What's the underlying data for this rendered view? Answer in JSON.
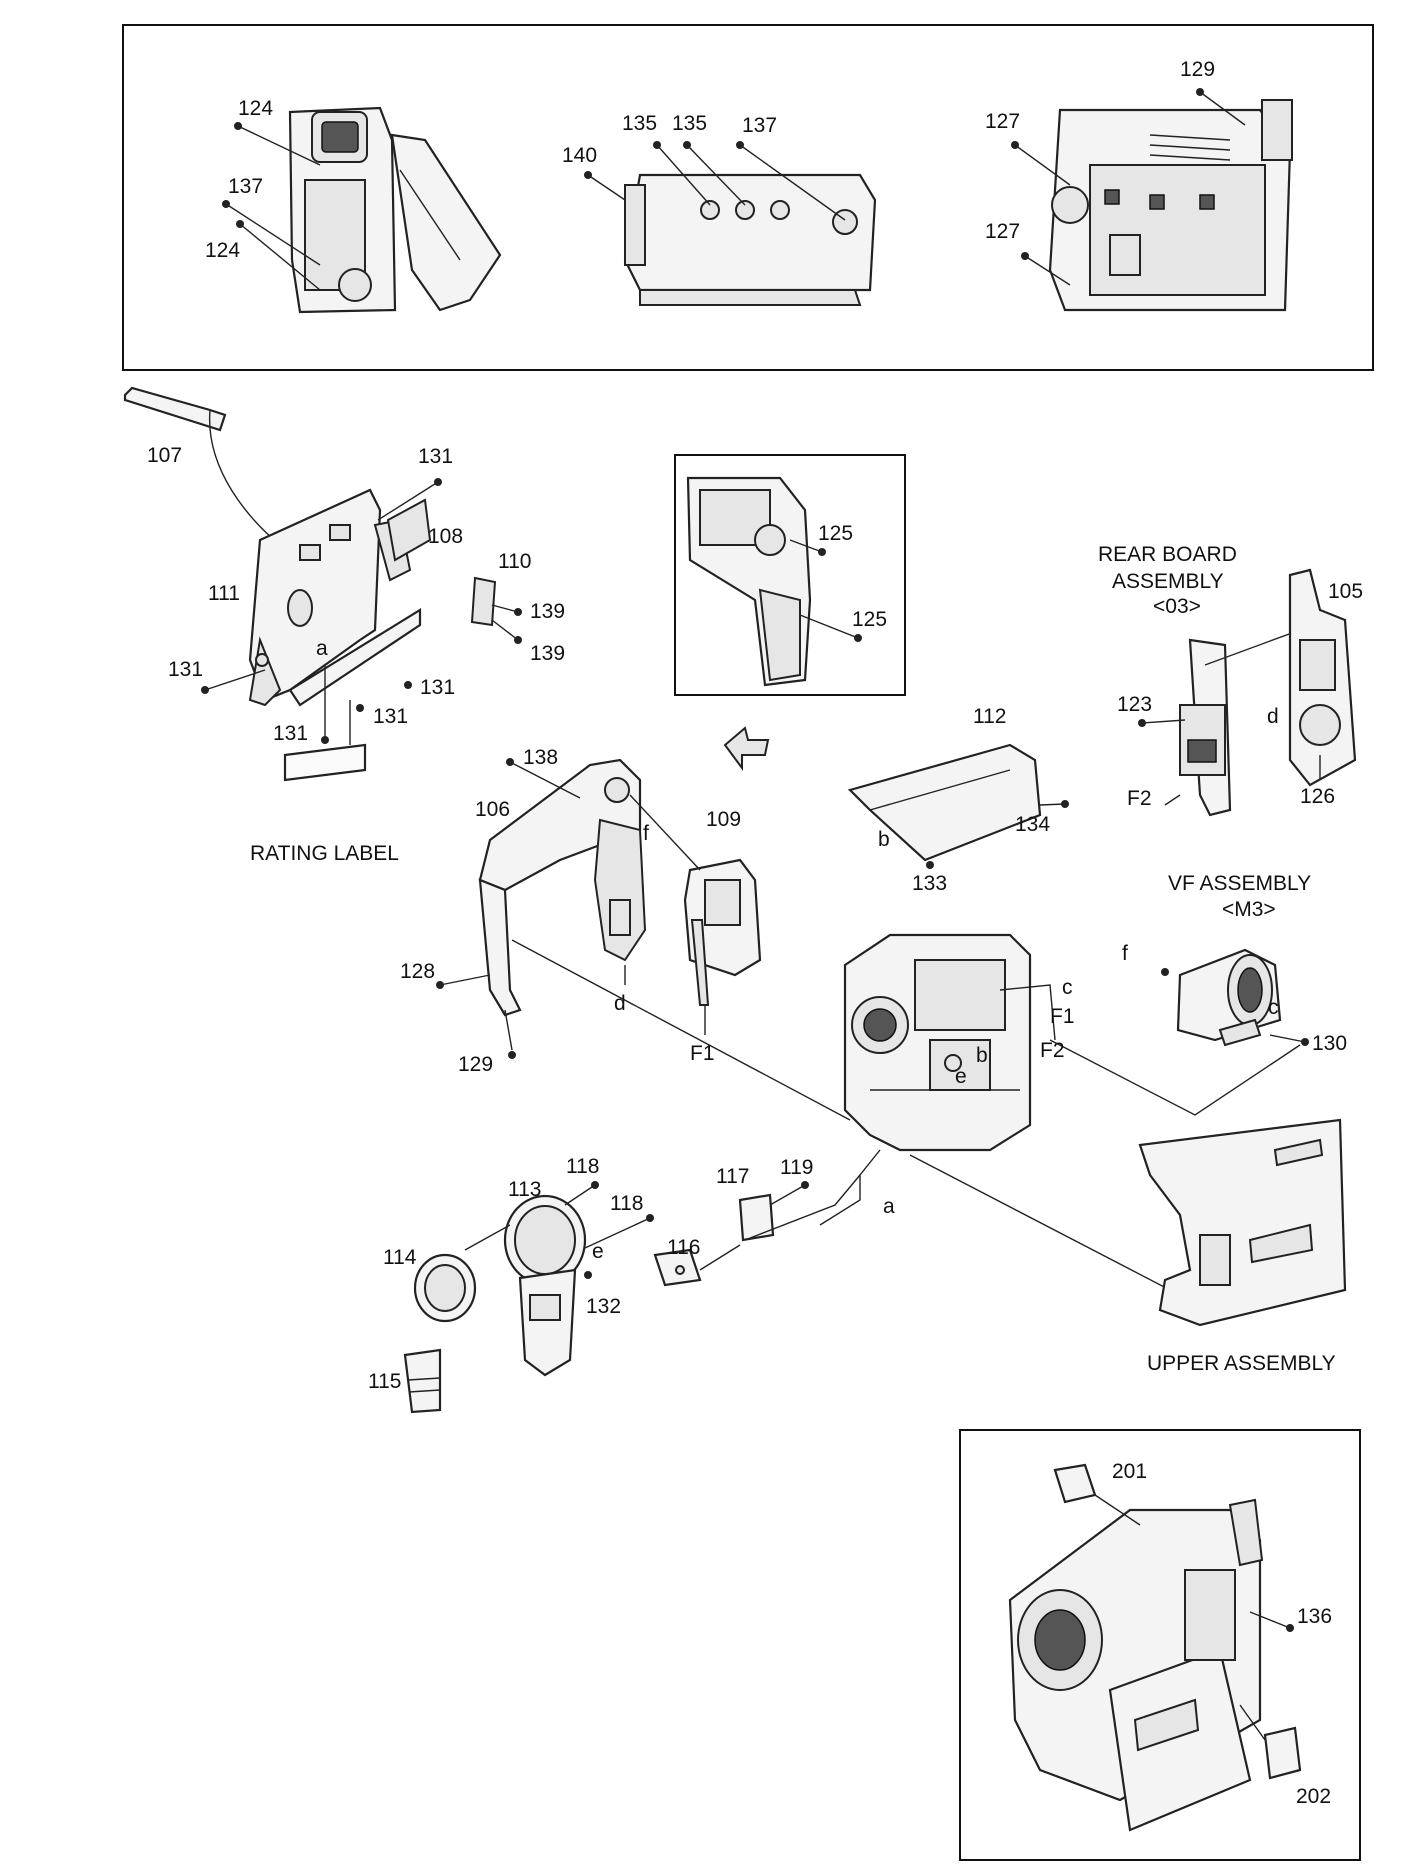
{
  "diagram": {
    "part_numbers": {
      "p124a": "124",
      "p137a": "137",
      "p124b": "124",
      "p140": "140",
      "p135a": "135",
      "p135b": "135",
      "p137b": "137",
      "p129a": "129",
      "p127a": "127",
      "p127b": "127",
      "p107": "107",
      "p131a": "131",
      "p108": "108",
      "p110": "110",
      "p111": "111",
      "p139a": "139",
      "p139b": "139",
      "p131b": "131",
      "p131c": "131",
      "p131d": "131",
      "p131e": "131",
      "p125a": "125",
      "p125b": "125",
      "p138": "138",
      "p106": "106",
      "p109": "109",
      "p112": "112",
      "p134": "134",
      "p133": "133",
      "p105": "105",
      "p123": "123",
      "p126": "126",
      "p128": "128",
      "p129b": "129",
      "p130": "130",
      "p118a": "118",
      "p113": "113",
      "p118b": "118",
      "p117": "117",
      "p119": "119",
      "p114": "114",
      "p116": "116",
      "p132": "132",
      "p115": "115",
      "p201": "201",
      "p136": "136",
      "p202": "202"
    },
    "connectors": {
      "a1": "a",
      "a2": "a",
      "b1": "b",
      "b2": "b",
      "c1": "c",
      "c2": "c",
      "d1": "d",
      "d2": "d",
      "e1": "e",
      "e2": "e",
      "f1": "f",
      "f2": "f",
      "F1a": "F1",
      "F1b": "F1",
      "F2a": "F2",
      "F2b": "F2"
    },
    "captions": {
      "rating_label": "RATING LABEL",
      "rear_board_l1": "REAR BOARD",
      "rear_board_l2": "ASSEMBLY",
      "rear_board_code": "<03>",
      "vf_l1": "VF ASSEMBLY",
      "vf_code": "<M3>",
      "upper": "UPPER ASSEMBLY"
    }
  }
}
